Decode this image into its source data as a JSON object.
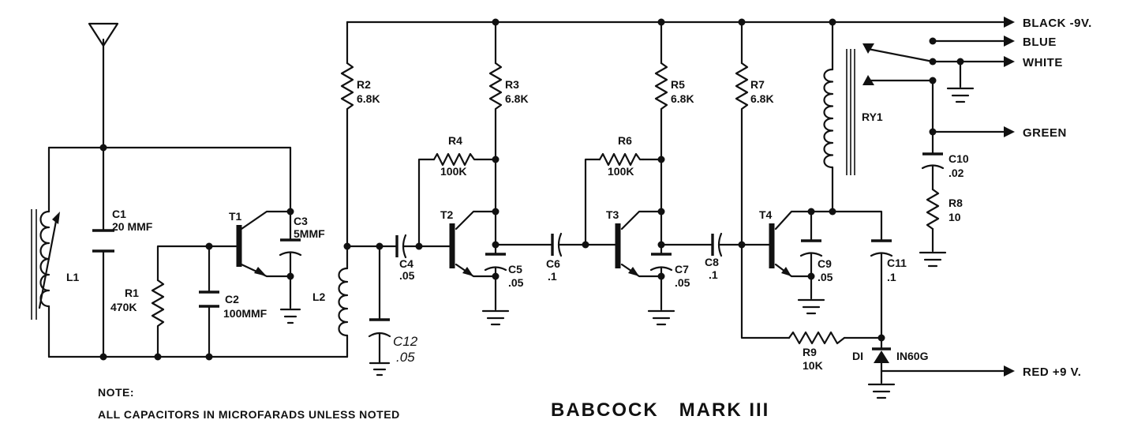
{
  "title": "BABCOCK   MARK III",
  "note": {
    "heading": "NOTE:",
    "text": "ALL CAPACITORS IN MICROFARADS UNLESS NOTED"
  },
  "wires": {
    "black": "BLACK -9V.",
    "blue": "BLUE",
    "white": "WHITE",
    "green": "GREEN",
    "red": "RED +9 V."
  },
  "components": {
    "L1": {
      "ref": "L1"
    },
    "C1": {
      "ref": "C1",
      "value": "20 MMF"
    },
    "R1": {
      "ref": "R1",
      "value": "470K"
    },
    "C2": {
      "ref": "C2",
      "value": "100MMF"
    },
    "T1": {
      "ref": "T1"
    },
    "C3": {
      "ref": "C3",
      "value": "5MMF"
    },
    "L2": {
      "ref": "L2"
    },
    "R2": {
      "ref": "R2",
      "value": "6.8K"
    },
    "C12": {
      "ref": "C12",
      "value": ".05"
    },
    "C4": {
      "ref": "C4",
      "value": ".05"
    },
    "R3": {
      "ref": "R3",
      "value": "6.8K"
    },
    "R4": {
      "ref": "R4",
      "value": "100K"
    },
    "T2": {
      "ref": "T2"
    },
    "C5": {
      "ref": "C5",
      "value": ".05"
    },
    "C6": {
      "ref": "C6",
      "value": ".1"
    },
    "R5": {
      "ref": "R5",
      "value": "6.8K"
    },
    "R6": {
      "ref": "R6",
      "value": "100K"
    },
    "T3": {
      "ref": "T3"
    },
    "C7": {
      "ref": "C7",
      "value": ".05"
    },
    "C8": {
      "ref": "C8",
      "value": ".1"
    },
    "R7": {
      "ref": "R7",
      "value": "6.8K"
    },
    "T4": {
      "ref": "T4"
    },
    "C9": {
      "ref": "C9",
      "value": ".05"
    },
    "C11": {
      "ref": "C11",
      "value": ".1"
    },
    "R9": {
      "ref": "R9",
      "value": "10K"
    },
    "D1": {
      "ref": "DI",
      "value": "IN60G"
    },
    "RY1": {
      "ref": "RY1"
    },
    "C10": {
      "ref": "C10",
      "value": ".02"
    },
    "R8": {
      "ref": "R8",
      "value": "10"
    }
  }
}
